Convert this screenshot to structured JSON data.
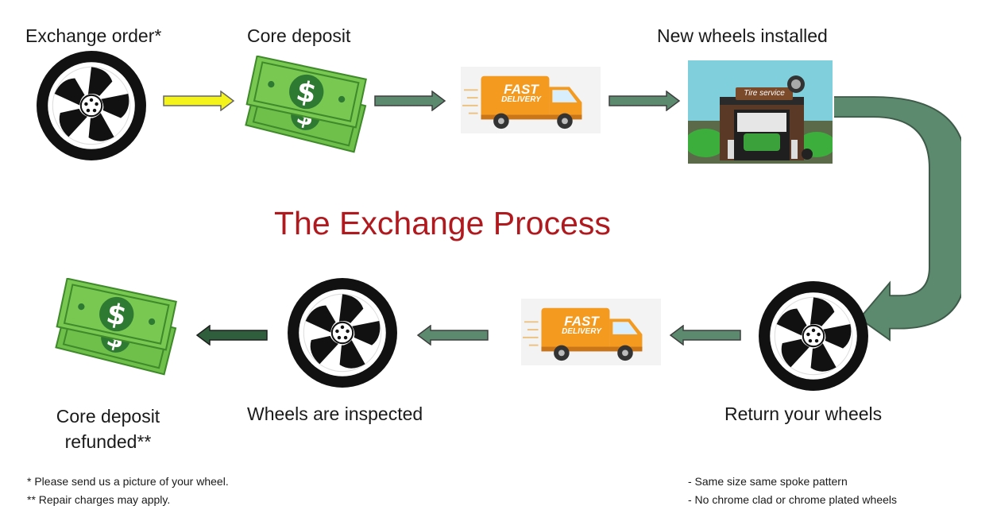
{
  "title": "The Exchange Process",
  "steps": {
    "exchange_order": "Exchange order*",
    "core_deposit": "Core deposit",
    "new_wheels_installed": "New wheels installed",
    "return_wheels": "Return your wheels",
    "wheels_inspected": "Wheels are inspected",
    "core_refunded_line1": "Core deposit",
    "core_refunded_line2": "refunded**"
  },
  "truck": {
    "line1": "FAST",
    "line2": "DELIVERY"
  },
  "shop_sign": "Tire service",
  "footnotes": {
    "left": [
      "*  Please send us a picture of your wheel.",
      "** Repair charges may apply."
    ],
    "right": [
      "-   Same size same spoke pattern",
      "-   No chrome clad or chrome plated wheels"
    ]
  },
  "colors": {
    "title": "#b0191e",
    "arrow_green": "#5b8a6e",
    "arrow_yellow": "#f4f41c",
    "money_green": "#6fc04a"
  }
}
